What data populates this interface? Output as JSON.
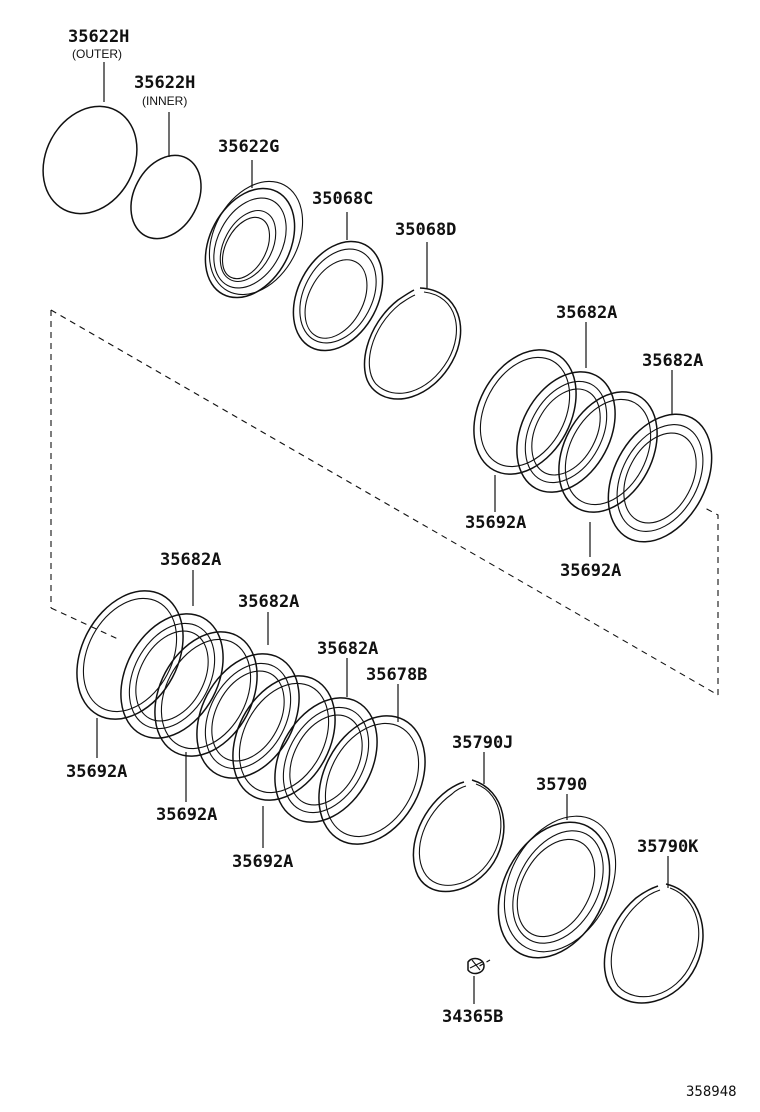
{
  "figure_number": "358948",
  "parts": [
    {
      "id": "35622H-outer",
      "code": "35622H",
      "note": "(OUTER)"
    },
    {
      "id": "35622H-inner",
      "code": "35622H",
      "note": "(INNER)"
    },
    {
      "id": "35622G",
      "code": "35622G"
    },
    {
      "id": "35068C",
      "code": "35068C"
    },
    {
      "id": "35068D",
      "code": "35068D"
    },
    {
      "id": "35682A-1",
      "code": "35682A"
    },
    {
      "id": "35682A-2",
      "code": "35682A"
    },
    {
      "id": "35692A-1",
      "code": "35692A"
    },
    {
      "id": "35692A-2",
      "code": "35692A"
    },
    {
      "id": "35682A-3",
      "code": "35682A"
    },
    {
      "id": "35682A-4",
      "code": "35682A"
    },
    {
      "id": "35682A-5",
      "code": "35682A"
    },
    {
      "id": "35678B",
      "code": "35678B"
    },
    {
      "id": "35692A-3",
      "code": "35692A"
    },
    {
      "id": "35692A-4",
      "code": "35692A"
    },
    {
      "id": "35692A-5",
      "code": "35692A"
    },
    {
      "id": "35790J",
      "code": "35790J"
    },
    {
      "id": "35790",
      "code": "35790"
    },
    {
      "id": "35790K",
      "code": "35790K"
    },
    {
      "id": "34365B",
      "code": "34365B"
    }
  ]
}
